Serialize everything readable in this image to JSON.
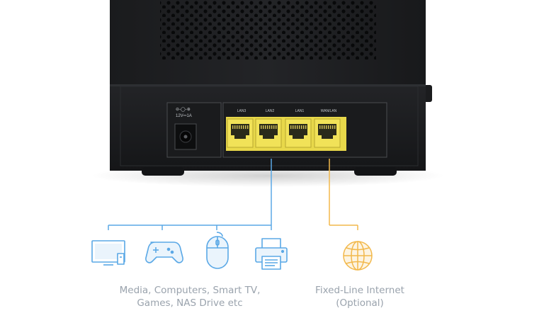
{
  "router": {
    "power_rating": "12V⎓1A",
    "ports": [
      {
        "label": "LAN3",
        "role": "lan"
      },
      {
        "label": "LAN2",
        "role": "lan"
      },
      {
        "label": "LAN1",
        "role": "lan"
      },
      {
        "label": "WAN/LAN",
        "role": "wan"
      }
    ]
  },
  "connections": {
    "lan_group": {
      "color": "#5aa8e6",
      "icons": [
        "tv-icon",
        "gamepad-icon",
        "mouse-icon",
        "printer-icon"
      ],
      "caption_line1": "Media, Computers, Smart TV,",
      "caption_line2": "Games, NAS Drive etc"
    },
    "wan_group": {
      "color": "#f2b84b",
      "icons": [
        "globe-icon"
      ],
      "caption_line1": "Fixed-Line Internet",
      "caption_line2": "(Optional)"
    }
  },
  "colors": {
    "router_body": "#1e1f21",
    "port_yellow": "#e8d84a",
    "lan_line": "#5aa8e6",
    "wan_line": "#f2b84b",
    "caption_text": "#9aa3ad"
  }
}
